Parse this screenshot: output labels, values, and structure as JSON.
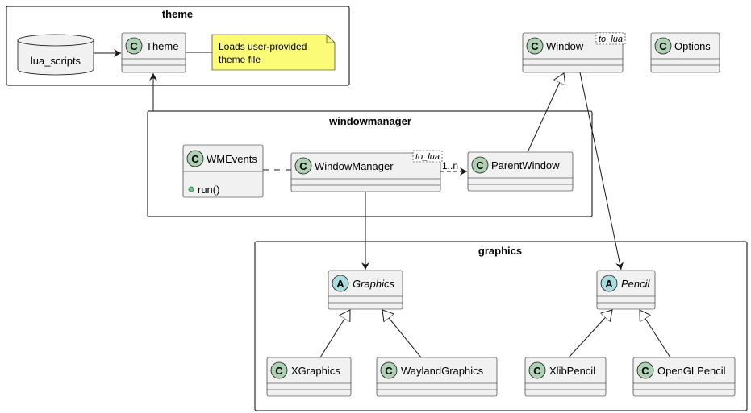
{
  "packages": {
    "theme": {
      "title": "theme"
    },
    "windowmanager": {
      "title": "windowmanager"
    },
    "graphics": {
      "title": "graphics"
    }
  },
  "database": {
    "label": "lua_scripts"
  },
  "note": {
    "lines": [
      "Loads user-provided",
      "theme file"
    ]
  },
  "classes": {
    "theme": {
      "name": "Theme",
      "kind": "C"
    },
    "window": {
      "name": "Window",
      "kind": "C",
      "stereotype": "to_lua"
    },
    "options": {
      "name": "Options",
      "kind": "C"
    },
    "wmevents": {
      "name": "WMEvents",
      "kind": "C",
      "method": "run()"
    },
    "windowmanager": {
      "name": "WindowManager",
      "kind": "C",
      "stereotype": "to_lua"
    },
    "parentwindow": {
      "name": "ParentWindow",
      "kind": "C"
    },
    "graphics": {
      "name": "Graphics",
      "kind": "A"
    },
    "pencil": {
      "name": "Pencil",
      "kind": "A"
    },
    "xgraphics": {
      "name": "XGraphics",
      "kind": "C"
    },
    "waylandgraphics": {
      "name": "WaylandGraphics",
      "kind": "C"
    },
    "xlibpencil": {
      "name": "XlibPencil",
      "kind": "C"
    },
    "openglpencil": {
      "name": "OpenGLPencil",
      "kind": "C"
    }
  },
  "relations": {
    "wm_parent_multiplicity": "1..n"
  },
  "colors": {
    "class_fill": "#f1f1f1",
    "class_badge": "#add1b2",
    "abstract_badge": "#a9dcdf",
    "note_fill": "#fbfb77",
    "line": "#181818"
  }
}
